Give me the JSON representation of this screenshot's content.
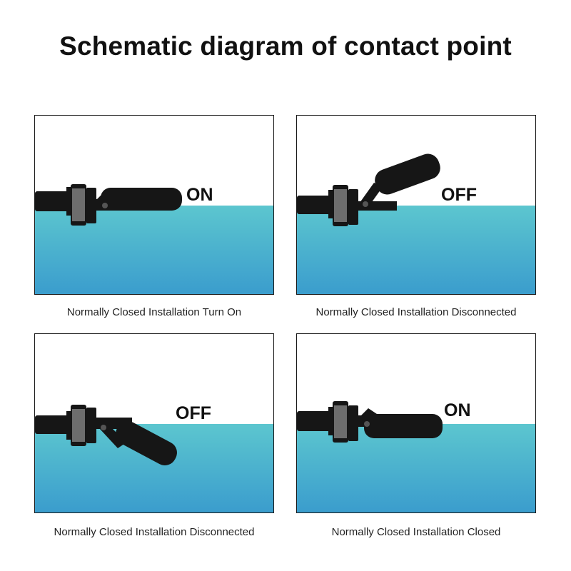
{
  "title": "Schematic diagram of contact point",
  "colors": {
    "water_top": "#5cc6cf",
    "water_bottom": "#3a9ccd",
    "switch_body": "#161616",
    "nut_gray": "#6d6d6d"
  },
  "panels": [
    {
      "state_label": "ON",
      "caption": "Normally Closed Installation Turn On"
    },
    {
      "state_label": "OFF",
      "caption": "Normally Closed Installation Disconnected"
    },
    {
      "state_label": "OFF",
      "caption": "Normally Closed Installation Disconnected"
    },
    {
      "state_label": "ON",
      "caption": "Normally Closed Installation Closed"
    }
  ]
}
